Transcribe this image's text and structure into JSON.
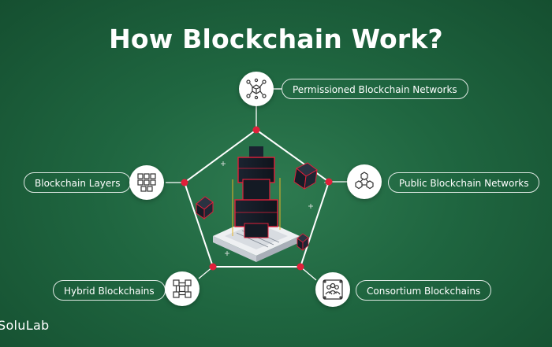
{
  "title": "How Blockchain Work?",
  "labels": {
    "permissioned": "Permissioned Blockchain Networks",
    "public": "Public Blockchain Networks",
    "consortium": "Consortium Blockchains",
    "hybrid": "Hybrid Blockchains",
    "layers": "Blockchain Layers"
  },
  "brand": "SoluLab",
  "icons": {
    "permissioned": "network-cube-icon",
    "public": "cube-cluster-icon",
    "consortium": "group-network-icon",
    "hybrid": "hybrid-chain-icon",
    "layers": "layered-blocks-icon"
  },
  "colors": {
    "background": "#1f6640",
    "accent": "#e0203a",
    "text": "#ffffff",
    "node_fill": "#ffffff"
  }
}
